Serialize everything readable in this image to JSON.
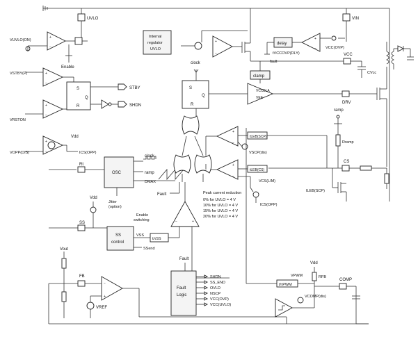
{
  "pins": {
    "uvlo": "UVLO",
    "vin": "VIN",
    "vcc": "VCC",
    "drv": "DRV",
    "cs": "CS",
    "rt": "Rt",
    "ss": "SS",
    "fb": "FB",
    "comp": "COMP"
  },
  "blocks": {
    "internal_regulator": [
      "Internal",
      "regulator",
      "UVLO"
    ],
    "delay": "delay",
    "tvcc": "tVCCOVP(DLY)",
    "clamp": "clamp",
    "osc": "OSC",
    "ss_control": [
      "SS",
      "control"
    ],
    "fault_logic": [
      "Fault",
      "Logic"
    ],
    "sr_latch1": {
      "s": "S",
      "r": "R",
      "q": "Q"
    },
    "sr_latch2": {
      "s": "S",
      "r": "R",
      "q": "Q"
    },
    "t_ss": "t/τSS",
    "t_pwm": "t/τPWM",
    "t_ibs_cs": "tLEB(CS)",
    "t_ibs_scp": "tLEB(SCP)"
  },
  "labels": {
    "v_uvlo_on": "VUVLO(ON)",
    "v_stby": "VSTBY(F)",
    "v_rston": "VRSTON",
    "v_opp": "VOPP(DIS)",
    "enable": "Enable",
    "stby": "STBY",
    "shdn": "SHDN",
    "vdd1": "Vdd",
    "vdd2": "Vdd",
    "vdd3": "Vdd",
    "vout": "Vout",
    "vref": "VREF",
    "cs_opp": "ICS(OPP)",
    "vcc_ovp": "VCC(OVP)",
    "fault_top": "fault",
    "clock_top": "clock",
    "clock_osc": "clock",
    "ramp_osc": "ramp",
    "dmax": "DMAX",
    "ramp_right": "ramp",
    "rramp": "Rramp",
    "cvcc": "CVcc",
    "vcc_clamp_in": "VCC",
    "vcc_clamp_in2": "CLA",
    "vee": "VEE",
    "fault_mid": "Fault",
    "fault_logic_in": "Fault",
    "jitter": [
      "Jitter",
      "(option)"
    ],
    "enable_switching": [
      "Enable",
      "switching"
    ],
    "vss": "VSS",
    "ss_end": "SSend",
    "v_scp": "VSCP(dis)",
    "v_cs_lim": "VCS(LIM)",
    "i_cs_opp": "ICS(OPP)",
    "i_leb_scp": "ILEB(SCP)",
    "peak_title": "Peak current reduction",
    "peak_rows": [
      "0% for UVLO = 4 V",
      "10% for UVLO = 4 V",
      "15% for UVLO = 4 V",
      "20% for UVLO = 4 V"
    ],
    "v_pwm": "VPWM",
    "v_comp": "VCOMP(dis)",
    "rfb": "RFB"
  },
  "fault_outputs": [
    "SHDN",
    "SS_END",
    "OVLD",
    "NSCP",
    "VCC(OVP)",
    "VCC(UVLO)"
  ]
}
